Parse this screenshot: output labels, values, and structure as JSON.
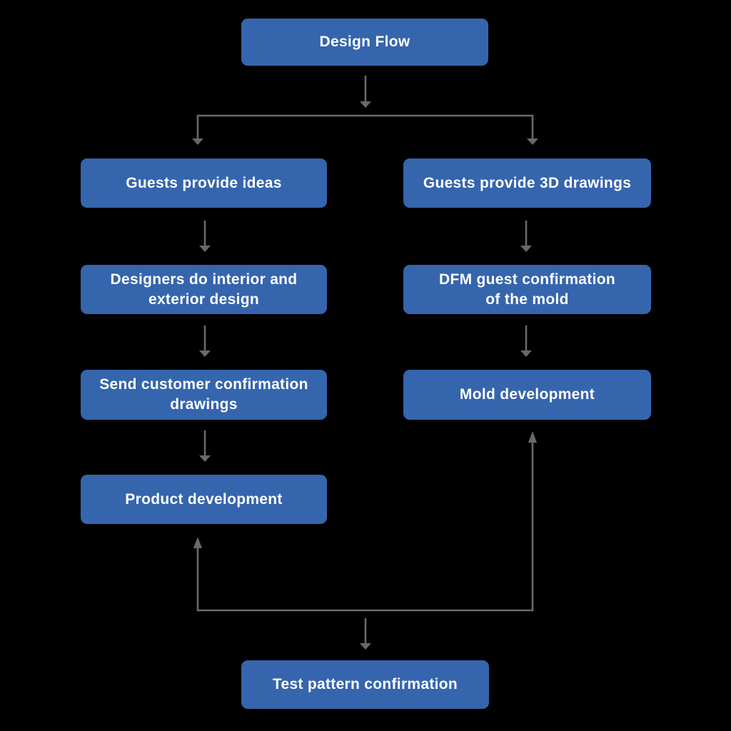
{
  "diagram_title": "Design Flow",
  "colors": {
    "background": "#000000",
    "node_fill": "#3565ad",
    "node_text": "#ffffff",
    "arrow": "#696969"
  },
  "nodes": {
    "design_flow": {
      "lines": [
        "Design Flow"
      ]
    },
    "guests_ideas": {
      "lines": [
        "Guests provide ideas"
      ]
    },
    "guests_3d": {
      "lines": [
        "Guests provide 3D drawings"
      ]
    },
    "designers": {
      "lines": [
        "Designers do interior and",
        "exterior design"
      ]
    },
    "dfm": {
      "lines": [
        "DFM guest confirmation",
        "of the mold"
      ]
    },
    "send_drawings": {
      "lines": [
        "Send customer confirmation",
        "drawings"
      ]
    },
    "mold_dev": {
      "lines": [
        "Mold development"
      ]
    },
    "product_dev": {
      "lines": [
        "Product development"
      ]
    },
    "test_pattern": {
      "lines": [
        "Test pattern confirmation"
      ]
    }
  },
  "edges": [
    "Design Flow -> Guests provide ideas",
    "Design Flow -> Guests provide 3D drawings",
    "Guests provide ideas -> Designers do interior and exterior design",
    "Designers do interior and exterior design -> Send customer confirmation drawings",
    "Send customer confirmation drawings -> Product development",
    "Guests provide 3D drawings -> DFM guest confirmation of the mold",
    "DFM guest confirmation of the mold -> Mold development",
    "Test pattern confirmation -> Product development",
    "Test pattern confirmation -> Mold development"
  ]
}
